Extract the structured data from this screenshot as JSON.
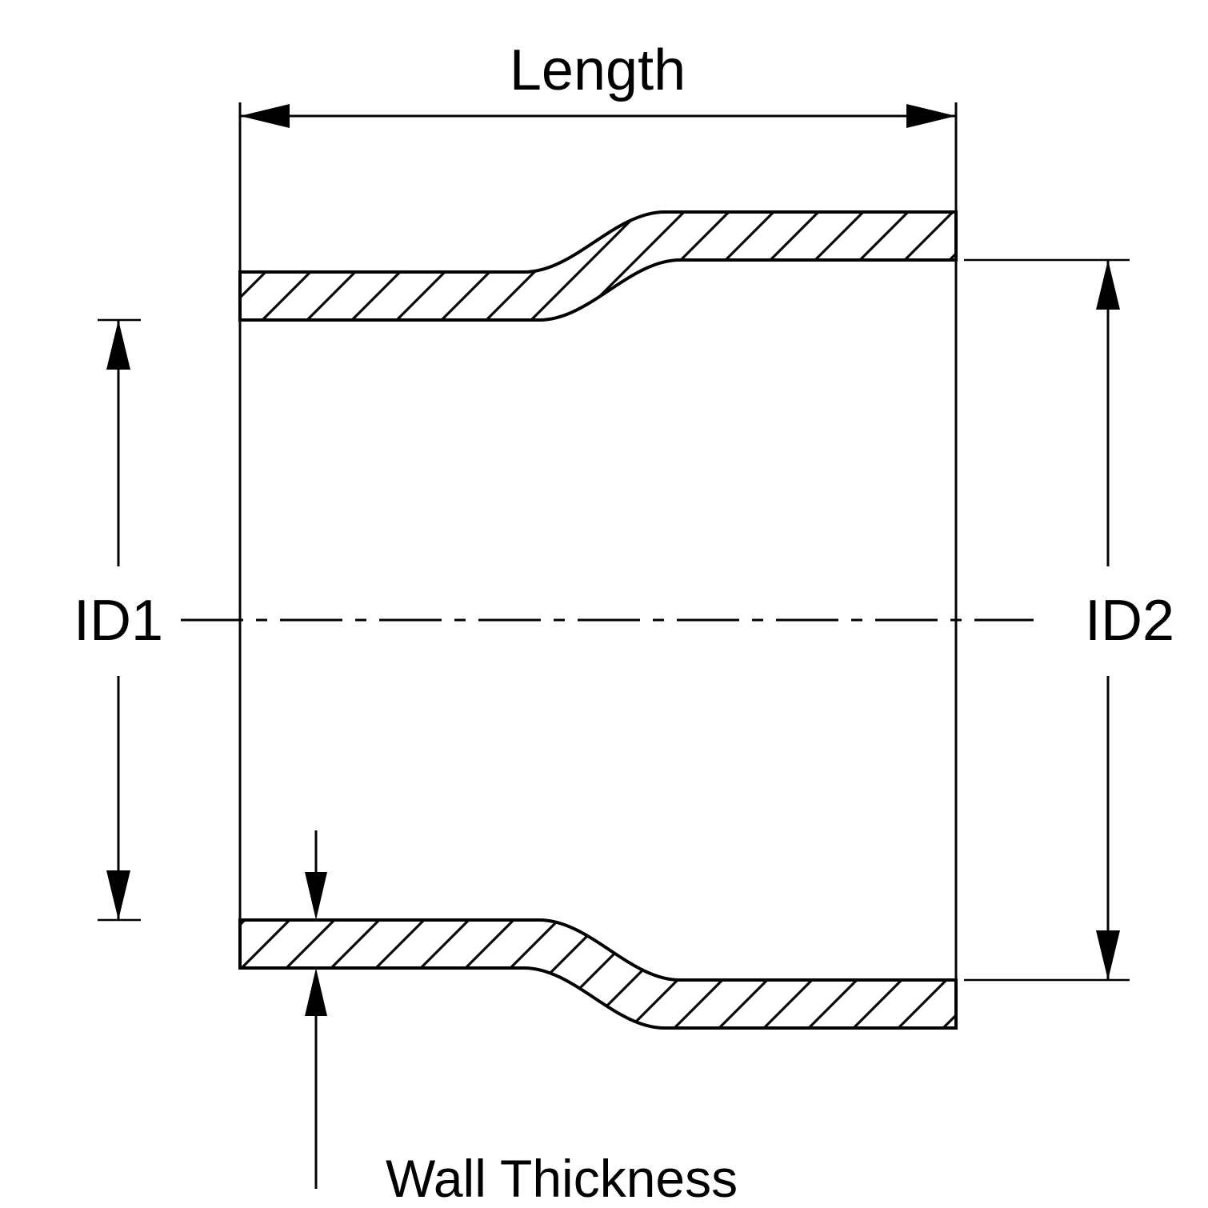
{
  "diagram": {
    "kind": "reducer-coupler-cross-section-dimension-drawing",
    "colors": {
      "line": "#000000",
      "background": "#ffffff"
    },
    "labels": {
      "length": "Length",
      "id1": "ID1",
      "id2": "ID2",
      "wall_thickness": "Wall Thickness"
    }
  }
}
